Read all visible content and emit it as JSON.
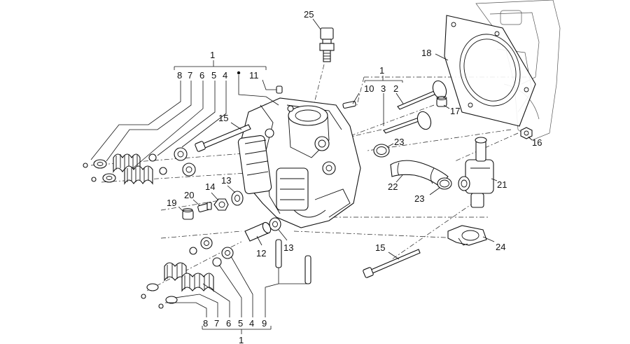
{
  "diagram": {
    "callouts": {
      "c1_top_left": "1",
      "c8_top": "8",
      "c7_top": "7",
      "c6_top": "6",
      "c5_top": "5",
      "c4_top": "4",
      "c11_top": "11",
      "c1_top_mid": "1",
      "c10_mid": "10",
      "c3_mid": "3",
      "c2_mid": "2",
      "c25": "25",
      "c18": "18",
      "c17": "17",
      "c16": "16",
      "c15_upper": "15",
      "c15_lower": "15",
      "c23_upper": "23",
      "c23_lower": "23",
      "c22": "22",
      "c21": "21",
      "c24": "24",
      "c14": "14",
      "c13_upper": "13",
      "c13_lower": "13",
      "c20": "20",
      "c19": "19",
      "c12": "12",
      "c8_bot": "8",
      "c7_bot": "7",
      "c6_bot": "6",
      "c5_bot": "5",
      "c4_bot": "4",
      "c9_bot": "9",
      "c1_bottom": "1"
    }
  }
}
